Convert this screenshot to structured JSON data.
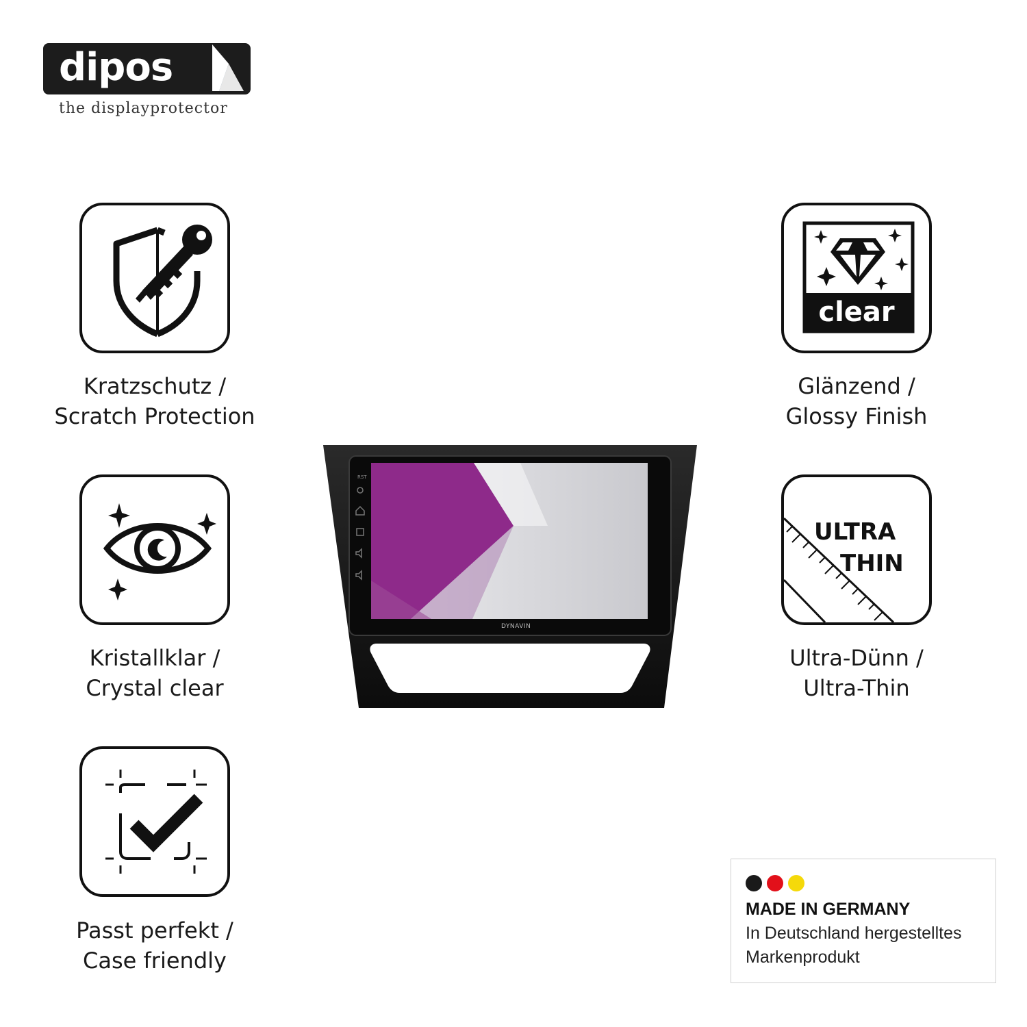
{
  "brand": {
    "name": "dipos",
    "tagline": "the displayprotector",
    "colors": {
      "dark": "#1c1c1c",
      "accent": "#5b7f95"
    }
  },
  "features": [
    {
      "icon": "shield-key-icon",
      "line1": "Kratzschutz /",
      "line2": "Scratch Protection"
    },
    {
      "icon": "eye-sparkle-icon",
      "line1": "Kristallklar /",
      "line2": "Crystal clear"
    },
    {
      "icon": "frame-check-icon",
      "line1": "Passt perfekt /",
      "line2": "Case friendly"
    },
    {
      "icon": "diamond-clear-icon",
      "badge": "clear",
      "line1": "Glänzend /",
      "line2": "Glossy Finish"
    },
    {
      "icon": "ruler-icon",
      "badge1": "ULTRA",
      "badge2": "THIN",
      "line1": "Ultra-Dünn /",
      "line2": "Ultra-Thin"
    }
  ],
  "device": {
    "brand_label": "DYNAVIN",
    "button_label": "RST",
    "screen_colors": {
      "left": "#8e2a8a",
      "right": "#d9d9de"
    }
  },
  "made_in": {
    "title": "MADE IN GERMANY",
    "line1": "In Deutschland hergestelltes",
    "line2": "Markenprodukt",
    "flag_colors": [
      "#1a1a1a",
      "#e2101a",
      "#f5d90a"
    ]
  }
}
